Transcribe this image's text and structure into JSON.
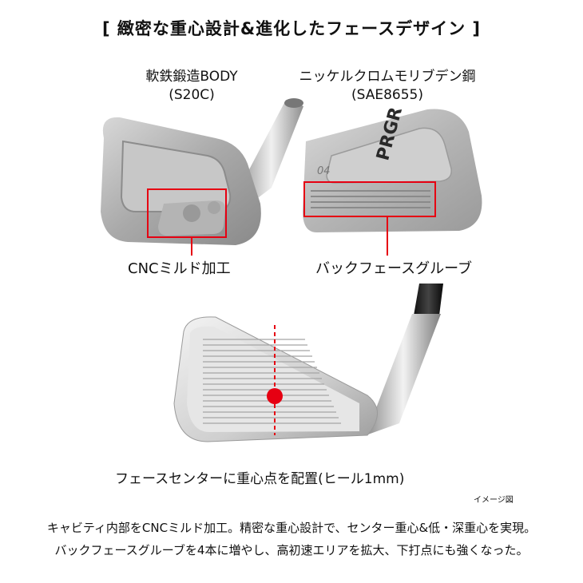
{
  "title": "[ 緻密な重心設計&進化したフェースデザイン ]",
  "materials": {
    "left": {
      "name": "軟鉄鍛造BODY",
      "code": "(S20C)"
    },
    "right": {
      "name": "ニッケルクロムモリブデン鋼",
      "code": "(SAE8655)"
    }
  },
  "callouts": {
    "left": "CNCミルド加工",
    "right": "バックフェースグルーブ"
  },
  "back_logo": {
    "brand": "PRGR",
    "model": "04"
  },
  "face_caption": "フェースセンターに重心点を配置(ヒール1mm)",
  "image_note": "イメージ図",
  "description": {
    "line1": "キャビティ内部をCNCミルド加工。精密な重心設計で、センター重心&低・深重心を実現。",
    "line2": "バックフェースグルーブを4本に増やし、高初速エリアを拡大、下打点にも強くなった。"
  },
  "colors": {
    "accent": "#e60012",
    "text": "#111111"
  }
}
